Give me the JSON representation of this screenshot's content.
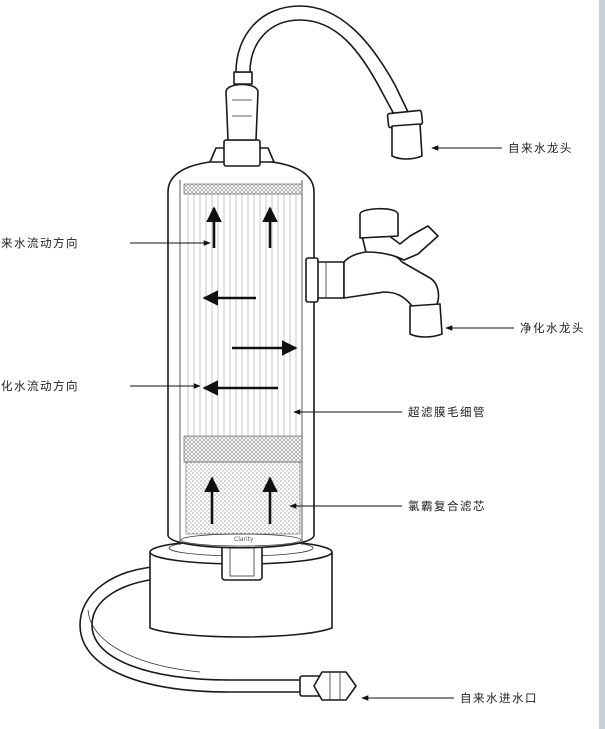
{
  "labels": {
    "tap_water_faucet": "自来水龙头",
    "tap_water_flow_direction": "自来水流动方向",
    "purified_faucet": "净化水龙头",
    "purified_flow_direction": "净化水流动方向",
    "uf_capillary": "超滤膜毛细管",
    "composite_filter": "氯霸复合滤芯",
    "tap_water_inlet": "自来水进水口"
  },
  "colors": {
    "outline": "#1a1a1a",
    "background": "#ffffff",
    "edge_strip": "#c8d0d8"
  }
}
